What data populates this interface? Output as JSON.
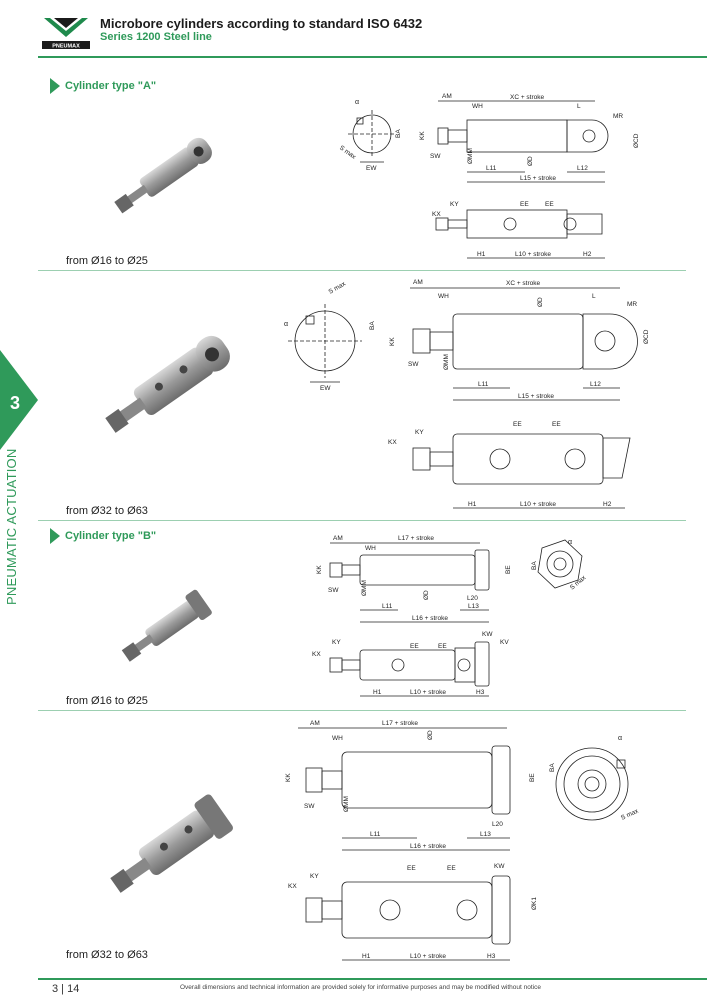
{
  "header": {
    "title": "Microbore cylinders according to standard ISO 6432",
    "subtitle": "Series 1200 Steel line",
    "logo_text": "PNEUMAX"
  },
  "side_tab": {
    "number": "3",
    "label": "PNEUMATIC ACTUATION"
  },
  "sections": [
    {
      "heading": "Cylinder type \"A\"",
      "range": "from Ø16 to Ø25"
    },
    {
      "range": "from Ø32 to Ø63"
    },
    {
      "heading": "Cylinder type \"B\"",
      "range": "from Ø16 to Ø25"
    },
    {
      "range": "from Ø32 to Ø63"
    }
  ],
  "labels": {
    "AM": "AM",
    "XC": "XC + stroke",
    "WH": "WH",
    "L": "L",
    "MR": "MR",
    "KK": "KK",
    "SW": "SW",
    "MM": "ØMM",
    "D": "ØD",
    "CD": "ØCD",
    "L11": "L11",
    "L12": "L12",
    "L15": "L15 + stroke",
    "alpha": "α",
    "BA": "BA",
    "Smax": "S max",
    "EW": "EW",
    "KY": "KY",
    "KX": "KX",
    "EE": "EE",
    "H1": "H1",
    "H2": "H2",
    "H3": "H3",
    "L10": "L10 + stroke",
    "L17": "L17 + stroke",
    "L16": "L16 + stroke",
    "BE": "BE",
    "L20": "L20",
    "L13": "L13",
    "KW": "KW",
    "KV": "KV",
    "K1": "ØK1"
  },
  "footer": {
    "page": "3 | 14",
    "note": "Overall dimensions and technical information are provided solely for informative purposes and may be modified without notice"
  },
  "colors": {
    "accent": "#2f9a5a",
    "separator": "#9ccfb1"
  }
}
